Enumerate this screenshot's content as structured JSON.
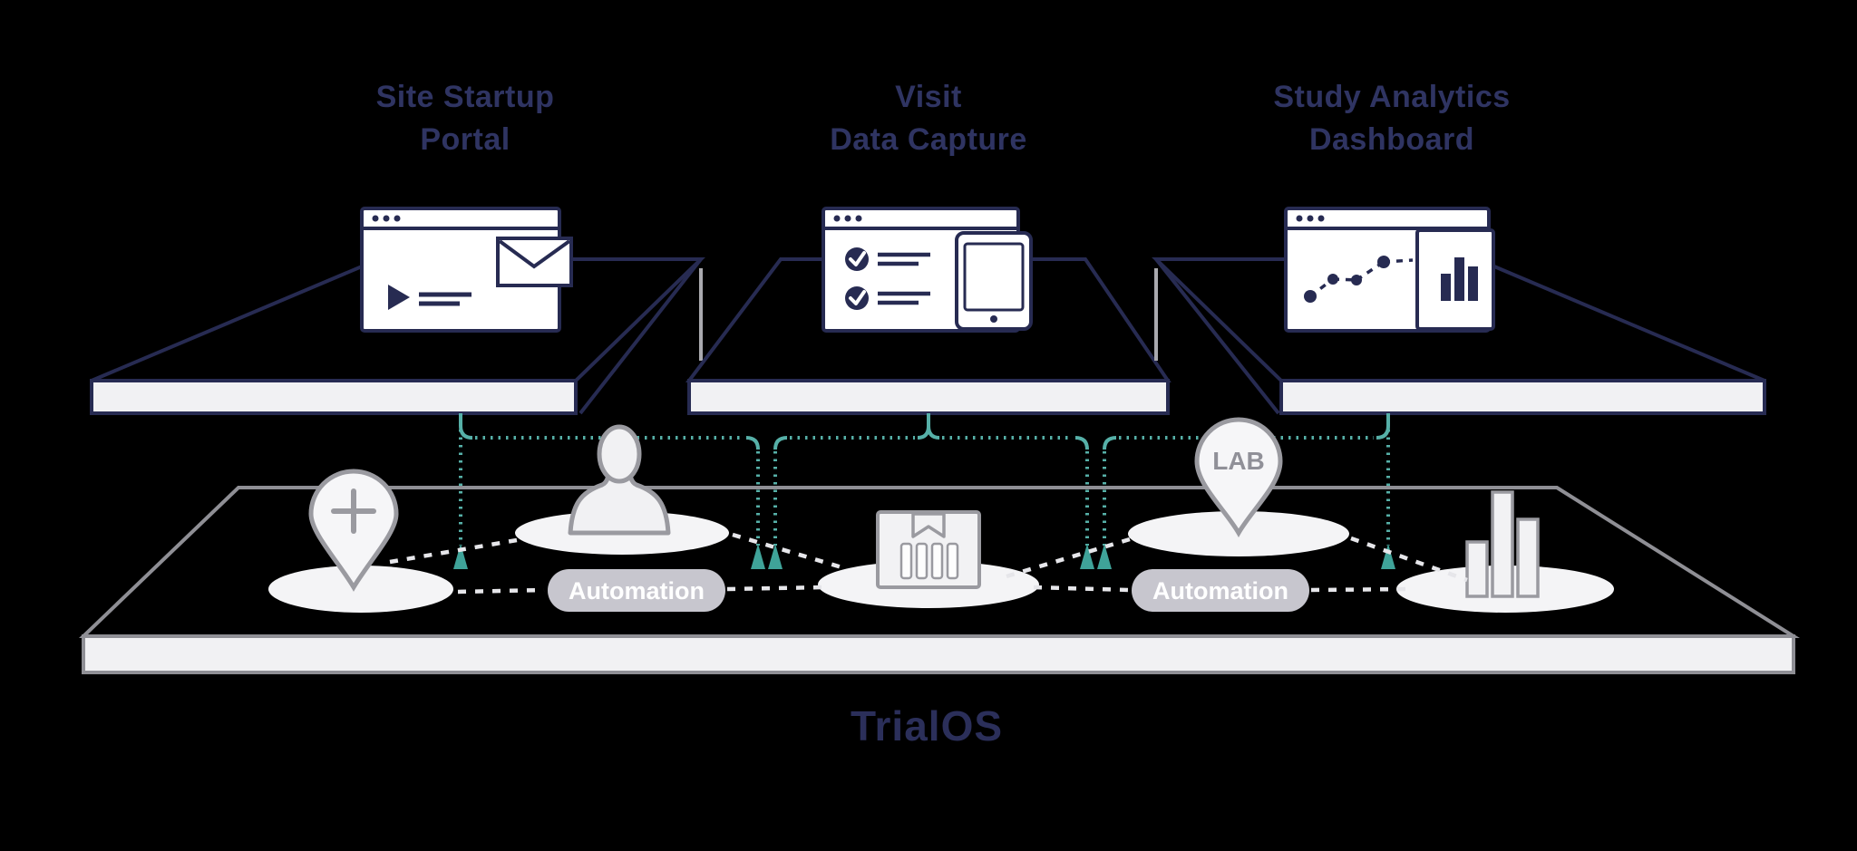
{
  "apps": [
    {
      "title_line1": "Site Startup",
      "title_line2": "Portal",
      "icons": [
        "browser-window",
        "play-media",
        "envelope"
      ]
    },
    {
      "title_line1": "Visit",
      "title_line2": "Data Capture",
      "icons": [
        "browser-window",
        "checklist",
        "tablet"
      ]
    },
    {
      "title_line1": "Study Analytics",
      "title_line2": "Dashboard",
      "icons": [
        "browser-window",
        "trend-line",
        "bar-chart-card"
      ]
    }
  ],
  "platform": {
    "label": "TrialOS",
    "nodes": [
      {
        "icon": "location-pin-plus"
      },
      {
        "icon": "person-silhouette"
      },
      {
        "icon": "automation-pill",
        "label": "Automation"
      },
      {
        "icon": "sample-box-vials"
      },
      {
        "icon": "automation-pill",
        "label": "Automation"
      },
      {
        "icon": "lab-pin",
        "label": "LAB"
      },
      {
        "icon": "bar-chart"
      }
    ]
  },
  "colors": {
    "background": "#000000",
    "navy": "#272b52",
    "title_navy": "#2f3462",
    "teal_line": "#56b0a8",
    "teal_arrow": "#3fa399",
    "gray_stroke": "#9a9aa0",
    "platform_gray": "#8f8f95",
    "light_fill": "#f1f1f3",
    "ellipse_fill": "#f4f4f6",
    "pill_fill": "#c7c6ce",
    "dashed_white": "#e6e6ea",
    "lab_text": "#909098"
  }
}
